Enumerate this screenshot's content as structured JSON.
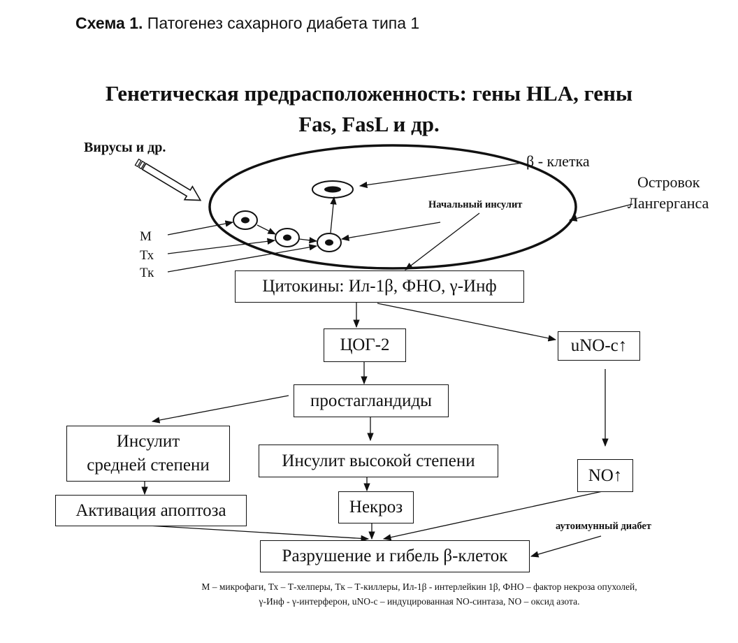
{
  "caption": {
    "label": "Схема 1.",
    "text": "Патогенез сахарного диабета типа 1"
  },
  "heading": {
    "line1": "Генетическая предрасположенность: гены HLA, гены",
    "line2": "Fas, FasL и др."
  },
  "labels": {
    "viruses": "Вирусы и др.",
    "beta_cell": "β - клетка",
    "islet_line1": "Островок",
    "islet_line2": "Лангерганса",
    "initial_insulitis": "Начальный инсулит",
    "m": "М",
    "tx": "Тх",
    "tk": "Тк",
    "autoimmune": "аутоимунный диабет"
  },
  "boxes": {
    "cytokines": "Цитокины: Ил-1β, ФНО, γ-Инф",
    "cox2": "ЦОГ-2",
    "uno": "uNO-c↑",
    "prostaglandins": "простагландиды",
    "moderate_line1": "Инсулит",
    "moderate_line2": "средней степени",
    "high": "Инсулит высокой степени",
    "apoptosis": "Активация апоптоза",
    "necrosis": "Некроз",
    "no": "NO↑",
    "destruction": "Разрушение и гибель β-клеток"
  },
  "footnote": {
    "line1": "М – микрофаги, Тх – Т-хелперы, Тк – Т-киллеры, Ил-1β - интерлейкин 1β, ФНО – фактор некроза опухолей,",
    "line2": "γ-Инф - γ-интерферон, uNO-c – индуцированная NO-синтаза, NO – оксид азота."
  }
}
